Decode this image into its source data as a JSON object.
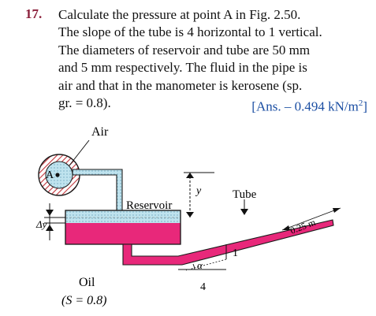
{
  "problem": {
    "number": "17.",
    "lines": [
      "Calculate the pressure at point A in Fig. 2.50.",
      "The slope of the tube is 4 horizontal to 1 vertical.",
      "The diameters of reservoir and tube are 50 mm",
      "and 5 mm respectively. The fluid in the pipe is",
      "air and that in the manometer is kerosene (sp."
    ],
    "last_line": "gr. = 0.8).",
    "answer": {
      "prefix": "[Ans. – 0.494 kN/m",
      "sup": "2",
      "suffix": "]"
    }
  },
  "figure": {
    "air_label": "Air",
    "point_label": "A",
    "reservoir_label": "Reservoir",
    "tube_label": "Tube",
    "dy_label": "Δy",
    "y_label": "y",
    "alpha_label": "α",
    "slope_vertical": "1",
    "slope_horizontal": "4",
    "tube_length_label": "0.25 m",
    "oil_label": "Oil",
    "sg_label": "(S = 0.8)",
    "colors": {
      "kerosene": "#e8287a",
      "air_fill": "#bfe3ee",
      "pipe_wall": "#1a1a1a",
      "hatch": "#c0333a"
    }
  }
}
